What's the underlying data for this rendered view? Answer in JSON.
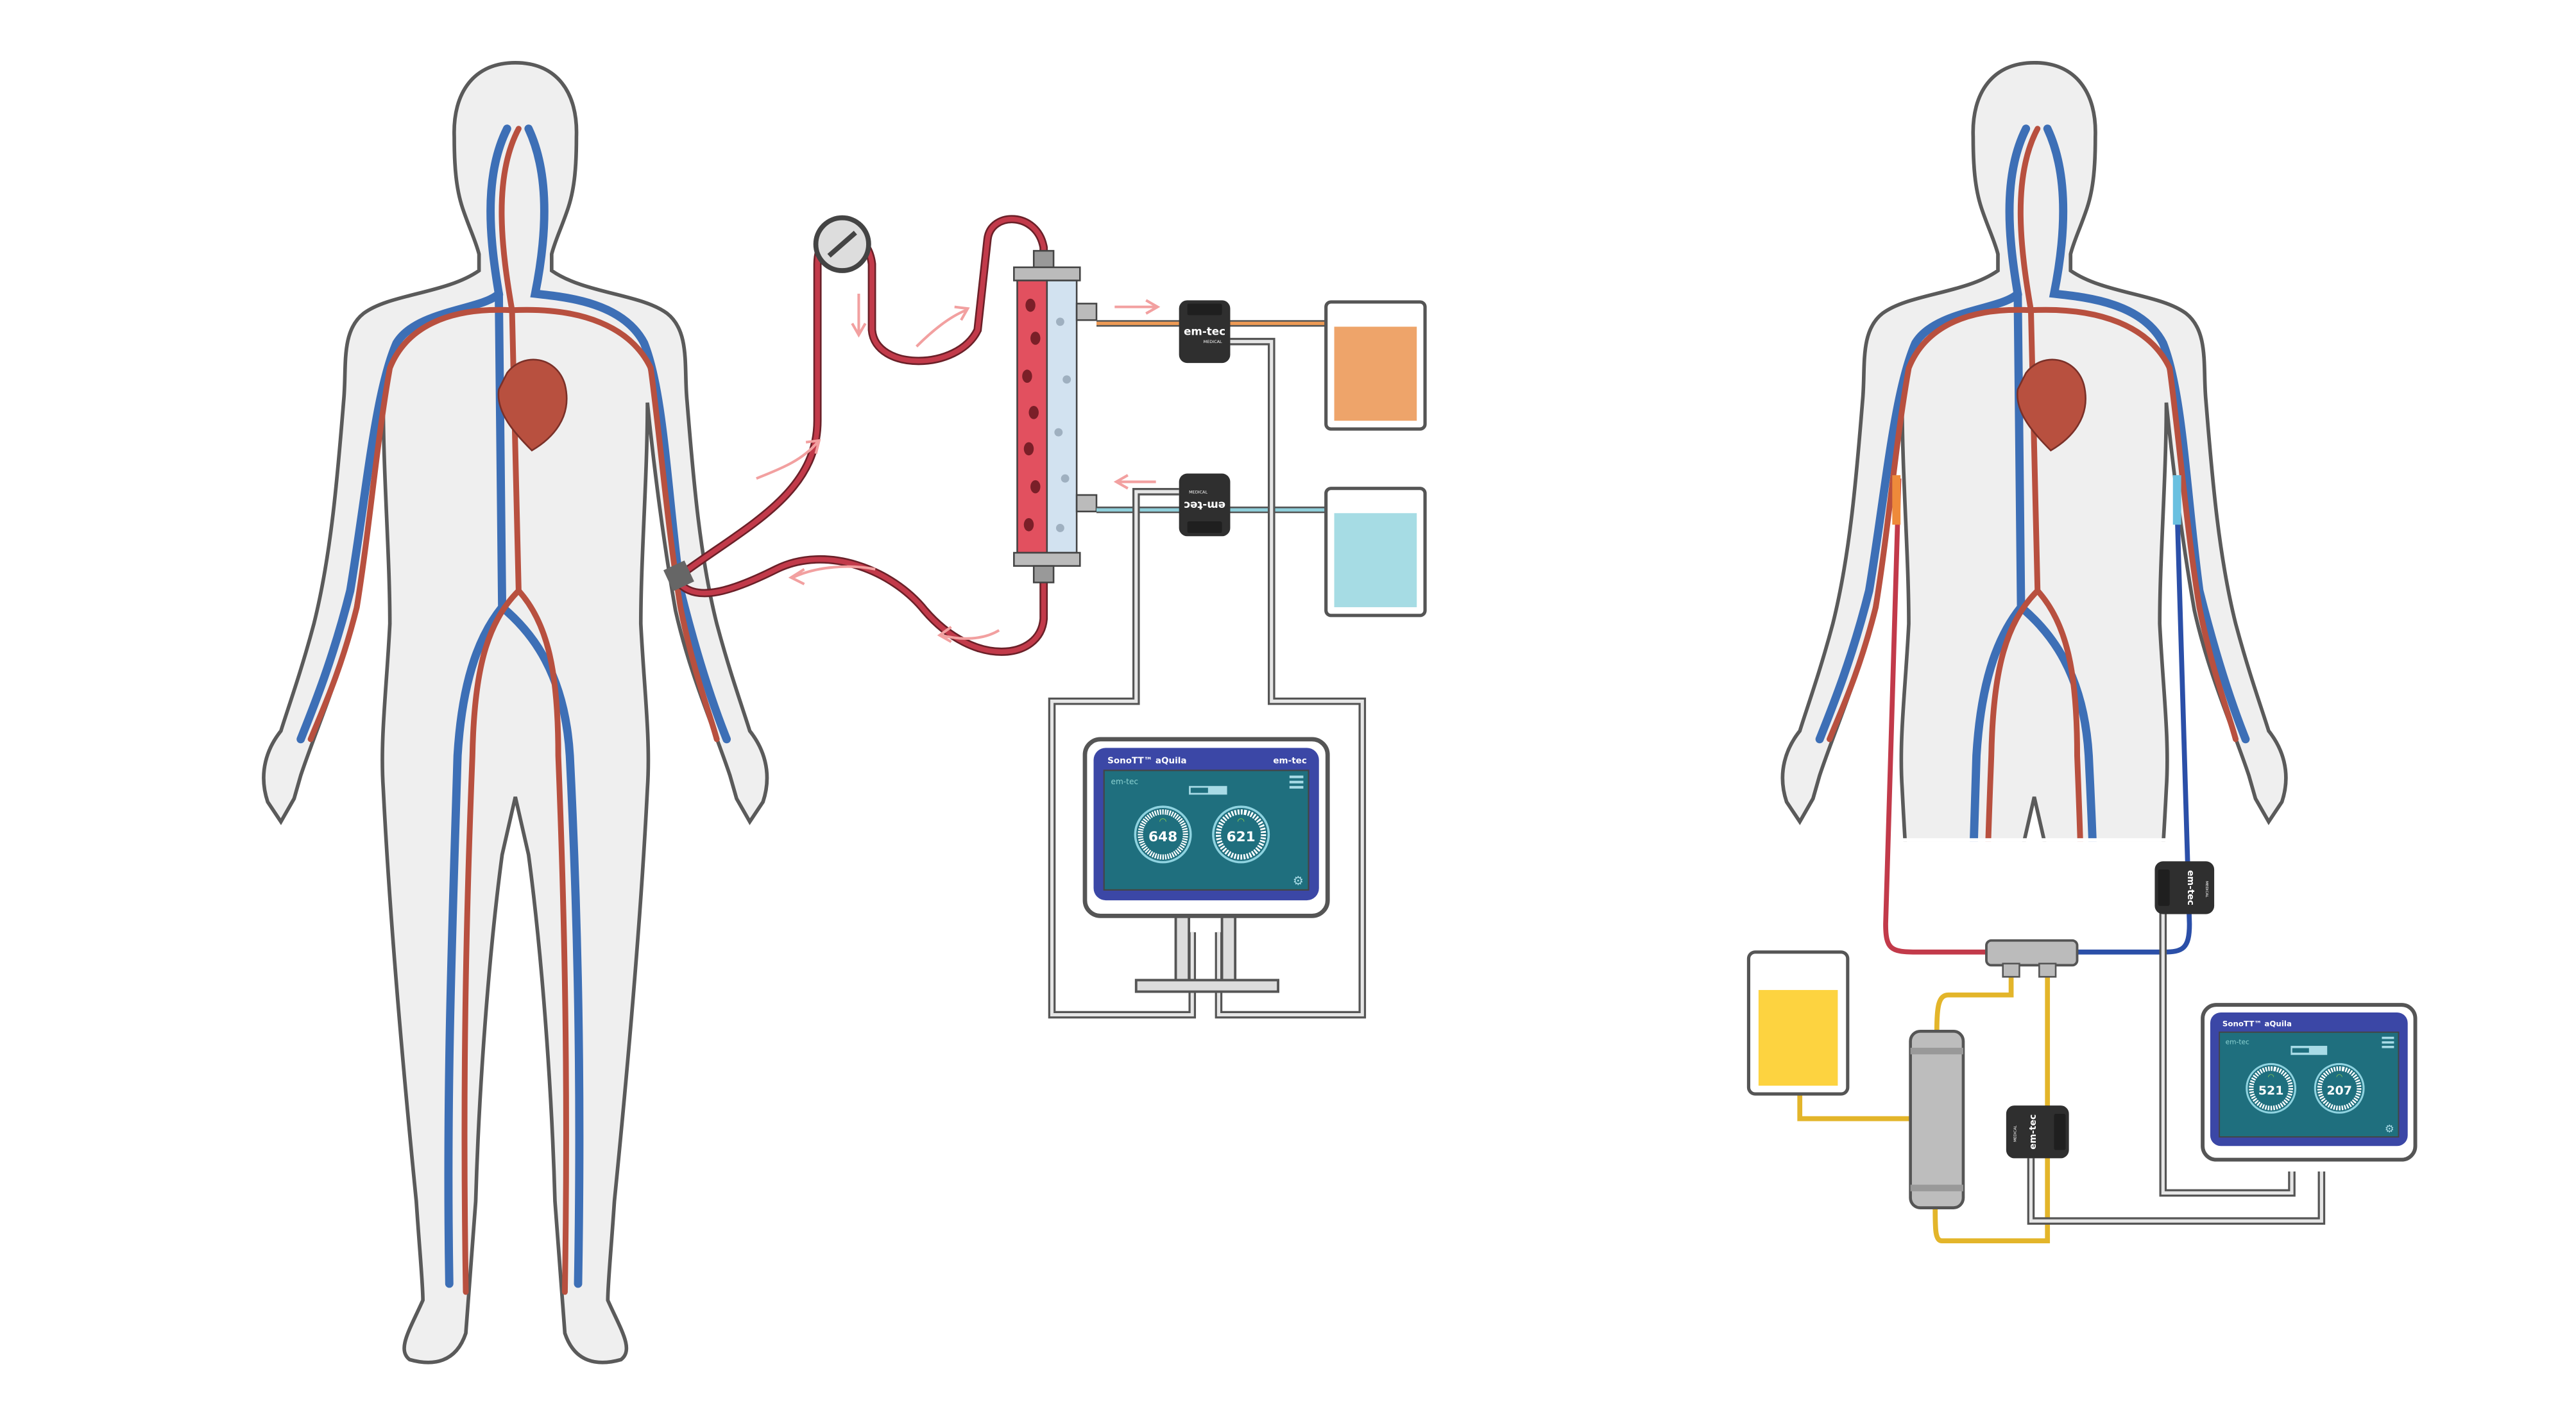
{
  "diagram": {
    "left_setup": {
      "monitor": {
        "product": "SonoTT™ aQuila",
        "brand": "em-tec",
        "screen_brand": "em-tec",
        "readings": [
          "648",
          "621"
        ]
      },
      "sensors": [
        {
          "brand": "em-tec",
          "sub": "MEDICAL"
        },
        {
          "brand": "em-tec",
          "sub": "MEDICAL"
        }
      ],
      "beakers": [
        {
          "liquid_color": "#eea46a"
        },
        {
          "liquid_color": "#a6dce4"
        }
      ]
    },
    "right_setup": {
      "monitor": {
        "product": "SonoTT™ aQuila",
        "screen_brand": "em-tec",
        "readings": [
          "521",
          "207"
        ]
      },
      "sensors": [
        {
          "brand": "em-tec",
          "sub": "MEDICAL"
        },
        {
          "brand": "em-tec",
          "sub": "MEDICAL"
        }
      ],
      "bag": {
        "liquid_color": "#fdd340"
      }
    },
    "colors": {
      "vein": "#3d6fb6",
      "artery": "#b8503f",
      "screen_frame": "#3b47a6",
      "screen": "#1f6f7e"
    }
  }
}
